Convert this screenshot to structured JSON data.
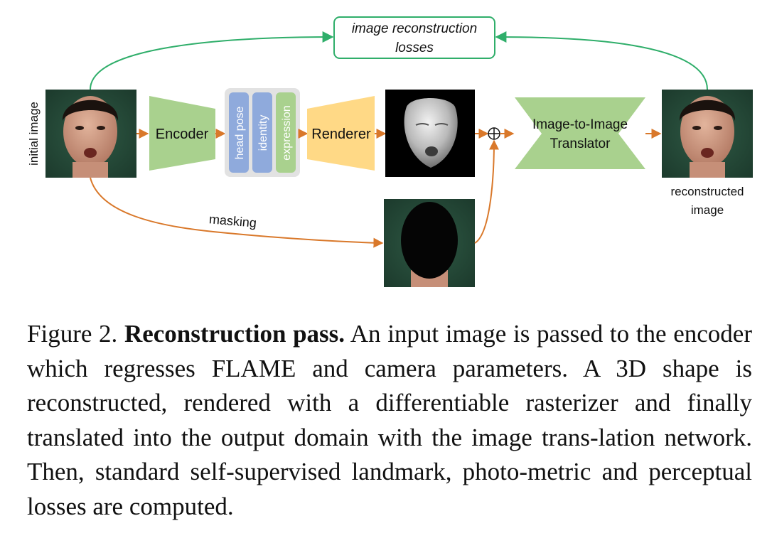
{
  "diagram": {
    "loss_box": {
      "line1": "image reconstruction",
      "line2": "losses"
    },
    "initial_image_label": "initial image",
    "encoder_label": "Encoder",
    "params": [
      "head pose",
      "identity",
      "expression"
    ],
    "renderer_label": "Renderer",
    "translator": {
      "line1": "Image-to-Image",
      "line2": "Translator"
    },
    "reconstructed_label": {
      "line1": "reconstructed",
      "line2": "image"
    },
    "masking_label": "masking",
    "colors": {
      "green_arrow": "#2fae6a",
      "orange_arrow": "#d9782a",
      "encoder_fill": "#a9d18e",
      "renderer_fill": "#ffd986",
      "param_blue": "#8faadc",
      "param_green": "#a9d18e",
      "param_group_bg": "#e2e2e2"
    }
  },
  "caption": {
    "figure_label": "Figure 2.",
    "title": "Reconstruction pass.",
    "text": "An input image is passed to the encoder which regresses FLAME and camera parameters. A 3D shape is reconstructed, rendered with a differentiable rasterizer and finally translated into the output domain with the image trans-lation network. Then, standard self-supervised landmark, photo-metric and perceptual losses are computed."
  }
}
